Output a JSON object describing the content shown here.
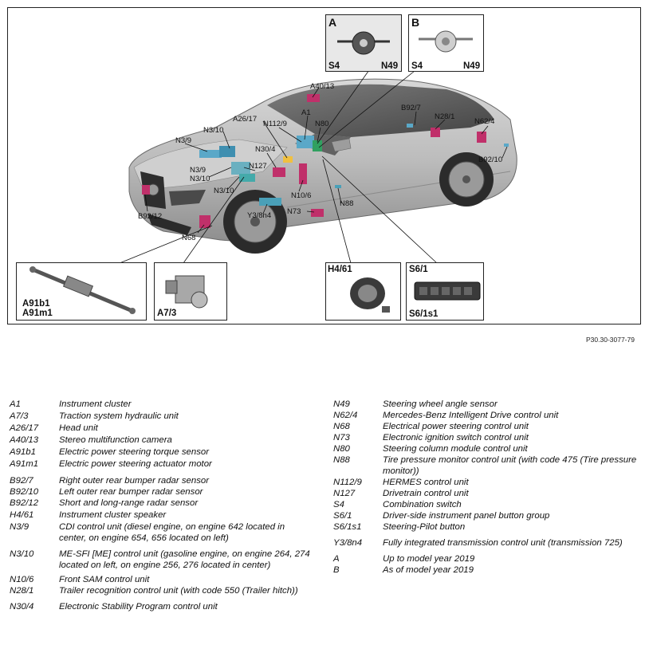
{
  "diagram": {
    "labels": {
      "A40_13": "A40/13",
      "A1": "A1",
      "A26_17": "A26/17",
      "N112_9": "N112/9",
      "N80": "N80",
      "B92_7": "B92/7",
      "N28_1": "N28/1",
      "N62_4": "N62/4",
      "B92_10": "B92/10",
      "N3_10_top": "N3/10",
      "N3_9_top": "N3/9",
      "N30_4": "N30/4",
      "N127": "N127",
      "N3_9_mid": "N3/9",
      "N3_10_mid": "N3/10",
      "N3_10_bot": "N3/10",
      "N10_6": "N10/6",
      "N88": "N88",
      "N73": "N73",
      "Y3_8n4": "Y3/8n4",
      "B92_12": "B92/12",
      "N68": "N68"
    },
    "insets": {
      "a_letter": "A",
      "a_s4": "S4",
      "a_n49": "N49",
      "b_letter": "B",
      "b_s4": "S4",
      "b_n49": "N49",
      "eps_code1": "A91b1",
      "eps_code2": "A91m1",
      "a7_code": "A7/3",
      "h4_code": "H4/61",
      "s6_code": "S6/1",
      "s6_code2": "S6/1s1"
    },
    "reference": "P30.30-3077-79"
  },
  "legend_left": [
    {
      "code": "A1",
      "desc": "Instrument cluster"
    },
    {
      "code": "A7/3",
      "desc": "Traction system hydraulic unit"
    },
    {
      "code": "A26/17",
      "desc": "Head unit"
    },
    {
      "code": "A40/13",
      "desc": "Stereo multifunction camera"
    },
    {
      "code": "A91b1",
      "desc": "Electric power steering torque sensor"
    },
    {
      "code": "A91m1",
      "desc": "Electric power steering actuator motor"
    },
    {
      "code": "B92/7",
      "desc": "Right outer rear bumper radar sensor"
    },
    {
      "code": "B92/10",
      "desc": "Left outer rear bumper radar sensor"
    },
    {
      "code": "B92/12",
      "desc": "Short and long-range radar sensor"
    },
    {
      "code": "H4/61",
      "desc": "Instrument cluster speaker"
    },
    {
      "code": "N3/9",
      "desc": "CDI control unit (diesel engine, on engine 642 located in center, on engine 654, 656 located on left)"
    },
    {
      "code": "N3/10",
      "desc": "ME-SFI [ME] control unit (gasoline engine, on engine 264, 274 located on left, on engine 256, 276 located in center)"
    },
    {
      "code": "N10/6",
      "desc": "Front SAM control unit"
    },
    {
      "code": "N28/1",
      "desc": "Trailer recognition control unit (with code 550 (Trailer hitch))"
    },
    {
      "code": "N30/4",
      "desc": "Electronic Stability Program control unit"
    }
  ],
  "legend_right": [
    {
      "code": "N49",
      "desc": "Steering wheel angle sensor"
    },
    {
      "code": "N62/4",
      "desc": "Mercedes-Benz Intelligent Drive control unit"
    },
    {
      "code": "N68",
      "desc": "Electrical power steering control unit"
    },
    {
      "code": "N73",
      "desc": "Electronic ignition switch control unit"
    },
    {
      "code": "N80",
      "desc": "Steering column module control unit"
    },
    {
      "code": "N88",
      "desc": "Tire pressure monitor control unit (with code 475 (Tire pressure monitor))"
    },
    {
      "code": "N112/9",
      "desc": "HERMES control unit"
    },
    {
      "code": "N127",
      "desc": "Drivetrain control unit"
    },
    {
      "code": "S4",
      "desc": "Combination switch"
    },
    {
      "code": "S6/1",
      "desc": "Driver-side instrument panel button group"
    },
    {
      "code": "S6/1s1",
      "desc": "Steering-Pilot button"
    },
    {
      "code": "Y3/8n4",
      "desc": "Fully integrated transmission control unit (transmission 725)"
    },
    {
      "code": "A",
      "desc": "Up to model year 2019"
    },
    {
      "code": "B",
      "desc": "As of model year 2019"
    }
  ]
}
